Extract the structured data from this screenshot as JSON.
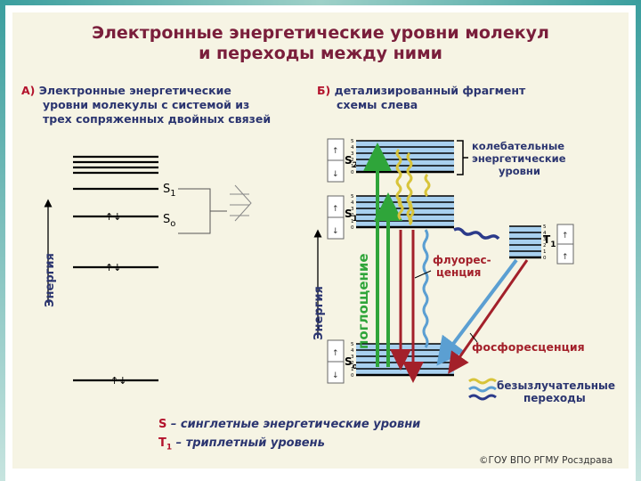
{
  "slide": {
    "title_line1": "Электронные энергетические уровни молекул",
    "title_line2": "и переходы между ними",
    "copyright": "©ГОУ ВПО РГМУ Росздрава",
    "colors": {
      "title": "#7a1e3b",
      "subhead": "#2b3570",
      "subhead_letter": "#b3122c",
      "absorption": "#2fa53a",
      "fluorescence": "#a3202a",
      "phosphorescence": "#5b9fd2",
      "nonradiative": "#d8c43a",
      "panel": "#f6f4e4"
    }
  },
  "panel_a": {
    "letter": "А)",
    "heading_lines": [
      "Электронные энергетические",
      "уровни молекулы с системой из",
      "трех сопряженных двойных связей"
    ],
    "axis_label": "Энергия",
    "level_label_s1_main": "S",
    "level_label_s1_sub": "1",
    "level_label_s0_main": "S",
    "level_label_s0_sub": "o",
    "electron_pair": "↑↓"
  },
  "panel_b": {
    "letter": "Б)",
    "heading_lines": [
      "детализированный фрагмент",
      "схемы слева"
    ],
    "axis_label": "Энергия",
    "absorption_label": "поглощение",
    "vibrational_label_lines": [
      "колебательные",
      "энергетические",
      "уровни"
    ],
    "fluorescence_label_lines": [
      "флуорес-",
      "ценция"
    ],
    "phosphorescence_label": "фосфоресценция",
    "nonradiative_label_lines": [
      "безызлучательные",
      "переходы"
    ],
    "s2_main": "S",
    "s2_sub": "2",
    "s1_main": "S",
    "s1_sub": "1",
    "s0_main": "S",
    "s0_sub": "o",
    "t1_main": "T",
    "t1_sub": "1",
    "vib_numbers": [
      "5",
      "4",
      "3",
      "2",
      "1",
      "0"
    ],
    "spin_up": "↑",
    "spin_down": "↓"
  },
  "legend": {
    "s_symbol": "S",
    "s_text": "– синглетные энергетические уровни",
    "t_symbol": "T",
    "t_sub": "1",
    "t_text": "– триплетный уровень"
  }
}
